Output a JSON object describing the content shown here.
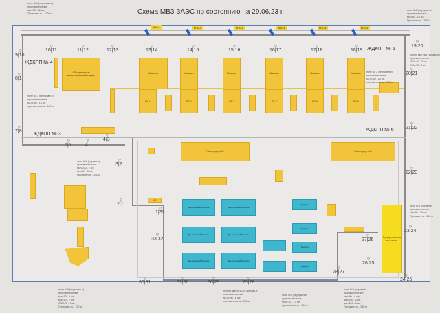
{
  "title": "Схема МВЗ ЗАЭС по состоянию на 29.06.23 г.",
  "annotations": [
    {
      "id": "field-1",
      "text": "поле №1 (неуправл-е)\nпротивопехотное\nмон-50 - 42 шт;\nПротяжен-ть - 1200 м"
    },
    {
      "id": "field-2",
      "text": "поле №2 (неуправл-е)\nпротивопехотное\nмон-50 - 14 шт;\nПротяжен-ть - 700 м"
    },
    {
      "id": "field-3",
      "text": "поле № 3 (неуправл-е)\nпротивопехотное\nМОН-50 - 14 шт,\nпротяженность - 400 м"
    },
    {
      "id": "field-6",
      "text": "поле №6 (управл-е)\nпротивопехотное\nмон-200 - 2 шт;\nмон-90 - 5 шт;\nПротяжен-ть - 250 м"
    },
    {
      "id": "field-7",
      "text": "поле № 7 (неуправл-е)\nпротивопехотное\nМОН-50 - 20 шт,\nпротяженность - 450 м"
    },
    {
      "id": "field-5-right",
      "text": "группа мин №5 (управл-е)\nпротивопехотное\nМОН-90 - 7 шт;\nОЗМ-72 - 2 шт"
    },
    {
      "id": "field-4",
      "text": "поле №4 (управл-е)\nпротивопехотное\nмон-50 - 14 шт;\nПротяжен-ть - 150 м"
    },
    {
      "id": "field-5",
      "text": "поле №5 (неуправл-е)\nпротивопехотное\nмон-90 - 5 шт;\nмон-50 - 2 шт;\nОЗМ-72 - 7 шт\nПротяжен-ть - 700 м"
    },
    {
      "id": "group-10",
      "text": "группа мин №10,10 (управл-е)\nпротивопехотное\nМОН-90 - 6 шт;\nпротяженность - 250 м"
    },
    {
      "id": "field-9",
      "text": "поле №9 (неуправл-е)\nпротивопехотное\nМОН-50 - 17 шт;\nпротяженность - 550 м"
    },
    {
      "id": "field-8",
      "text": "поле №8 (управл-е)\nпротивопехотное\nмон-90 - 4 шт;\nмон-100 - 1шт;\nмон-200 - 1 шт;\nПротяжен-ть - 250 м"
    }
  ],
  "junctions": [
    "9|10",
    "10|11",
    "11|12",
    "12|13",
    "13|14",
    "14|15",
    "15|16",
    "16|17",
    "17|18",
    "18|19",
    "19|20",
    "20|21",
    "21|22",
    "22|23",
    "23|24",
    "24|25",
    "26|25",
    "27|26",
    "28|27",
    "29|28",
    "30|29",
    "31|30",
    "30|31",
    "8|1",
    "7|8",
    "6|5",
    "4",
    "4|3",
    "3|2",
    "2|1",
    "1|33",
    "33|32"
  ],
  "checkpoints": [
    "ЖДКПП № 4",
    "ЖДКПП № 3",
    "ЖДКПП № 5",
    "ЖДКПП № 6"
  ],
  "pump_stations": [
    "ВНС-1",
    "ВНС-2",
    "ВНС-3",
    "ВНС-4",
    "ВНС-5",
    "ВНС-6"
  ],
  "buildings": {
    "main": "Объединенный вспомогательный корпус",
    "reactors": [
      "РБ-1",
      "РБ-2",
      "РБ-3",
      "РБ-4",
      "РБ-5",
      "РБ-6"
    ],
    "turbine": "Машзал",
    "special1": "Спецкорпус №1",
    "special2": "Спецкорпус №2",
    "boiler": "Пускорезервная котельная",
    "pools": [
      "Брызгальный бассейн",
      "Брызгальный бассейн",
      "Брызгальный бассейн",
      "Брызгальный бассейн",
      "Брызгальный бассейн",
      "Брызгальный бассейн"
    ],
    "small_pools": [
      "Градирня",
      "Градирня",
      "Градирня",
      "Градирня"
    ],
    "circle_label": "ЧО"
  },
  "colors": {
    "building": "#f2c43a",
    "pool": "#3fb8cf",
    "frame": "#5b7fb8",
    "road": "#8a8a8a"
  }
}
